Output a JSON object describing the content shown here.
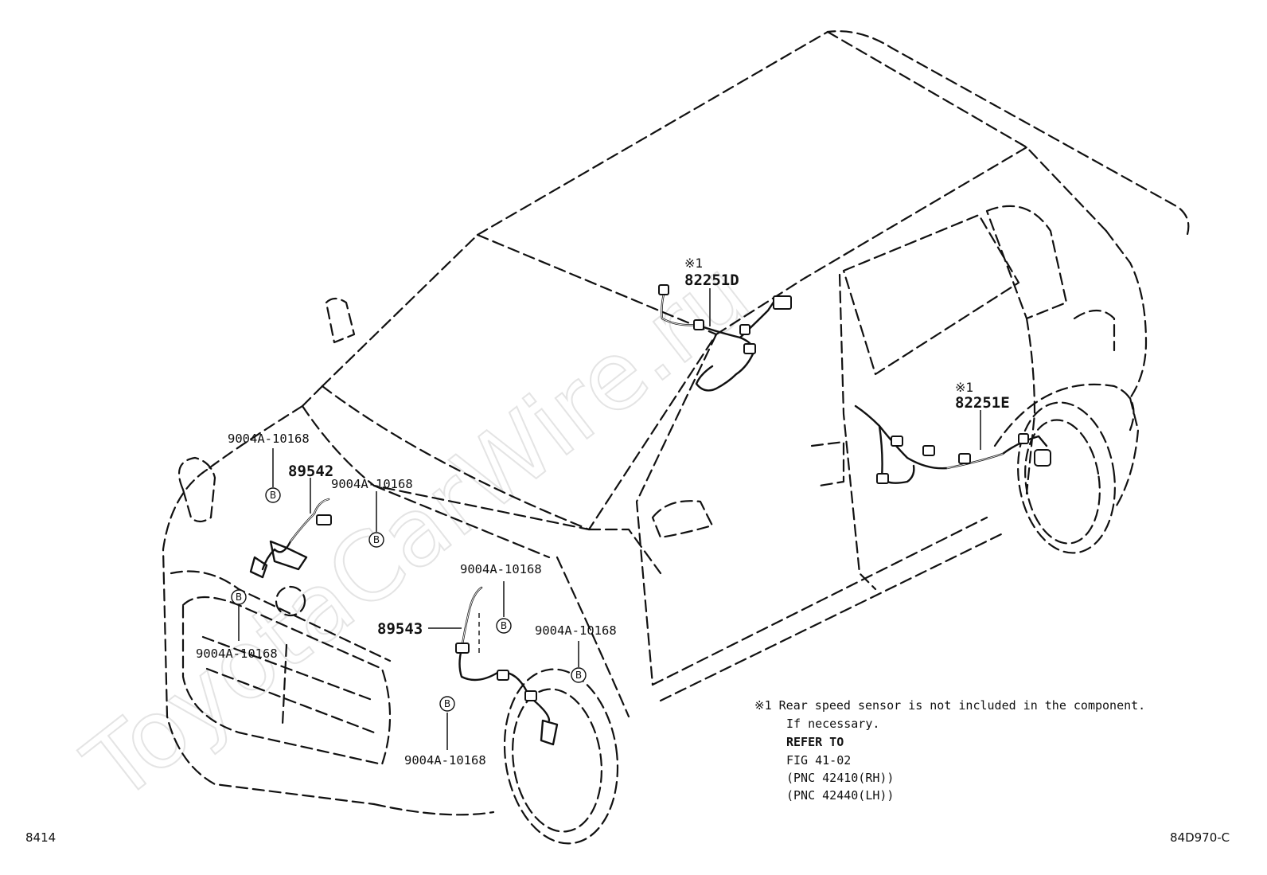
{
  "watermark": "ToyotaCarWire.ru",
  "parts": {
    "sensor_front_lh": "89542",
    "sensor_front_rh": "89543",
    "harness_rear_rh": "82251D",
    "harness_rear_lh": "82251E",
    "note_mark": "※1"
  },
  "clamp": {
    "part_number": "9004A-10168",
    "circle_letter": "B"
  },
  "note": {
    "line1": "※1 Rear speed sensor is not included in the component.",
    "line2": "If necessary.",
    "line3": "REFER TO",
    "line4": "FIG 41-02",
    "line5": "(PNC 42410(RH))",
    "line6": "(PNC 42440(LH))"
  },
  "footer": {
    "left": "8414",
    "right": "84D970-C"
  }
}
